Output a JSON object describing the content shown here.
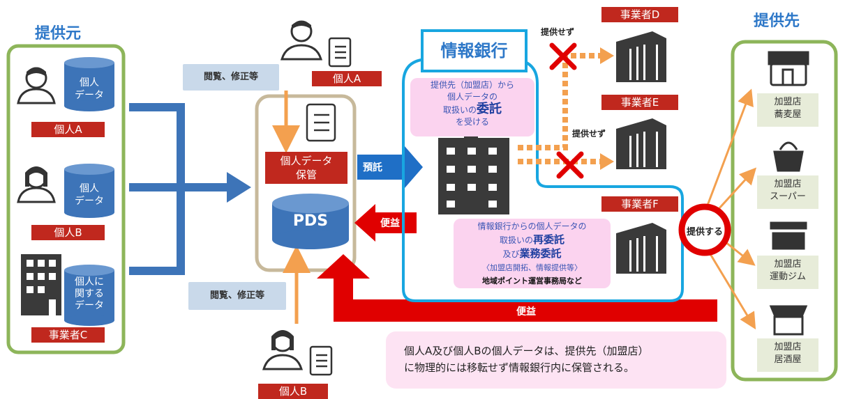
{
  "left": {
    "title": "提供元",
    "persons": [
      {
        "label": "個人A",
        "data": "個人\nデータ"
      },
      {
        "label": "個人B",
        "data": "個人\nデータ"
      }
    ],
    "company": {
      "label": "事業者C",
      "data": "個人に\n関する\nデータ"
    }
  },
  "center": {
    "top_person": "個人A",
    "bottom_person": "個人B",
    "edit_top": "閲覧、修正等",
    "edit_bottom": "閲覧、修正等",
    "storage": "個人データ\n保管",
    "pds": "PDS",
    "deposit": "預託",
    "benefit_small": "便益",
    "benefit_big": "便益"
  },
  "bank": {
    "title": "情報銀行",
    "consign_line1": "提供先（加盟店）から",
    "consign_line2": "個人データの",
    "consign_line3_pre": "取扱いの",
    "consign_line3_bold": "委託",
    "consign_line4": "を受ける",
    "re_line1": "情報銀行からの個人データの",
    "re_line2_pre": "取扱いの",
    "re_line2_bold": "再委託",
    "re_line3_pre": "及び",
    "re_line3_bold": "業務委託",
    "re_line4": "〈加盟店開拓、情報提供等〉",
    "re_line5": "地域ポイント運営事務局など"
  },
  "operators": {
    "d": "事業者D",
    "e": "事業者E",
    "f": "事業者F",
    "no_provide_d": "提供せず",
    "no_provide_e": "提供せず",
    "provide": "提供する"
  },
  "right": {
    "title": "提供先",
    "stores": [
      {
        "line1": "加盟店",
        "line2": "蕎麦屋",
        "icon": "shop-icon"
      },
      {
        "line1": "加盟店",
        "line2": "スーパー",
        "icon": "basket-icon"
      },
      {
        "line1": "加盟店",
        "line2": "運動ジム",
        "icon": "gym-icon"
      },
      {
        "line1": "加盟店",
        "line2": "居酒屋",
        "icon": "awning-store-icon"
      }
    ]
  },
  "note": {
    "line1": "個人A及び個人Bの個人データは、提供先（加盟店）",
    "line2": "に物理的には移転せず情報銀行内に保管される。"
  },
  "colors": {
    "blue": "#3d74b8",
    "red": "#e00000",
    "orange": "#f3a04f",
    "green": "#8db55a",
    "tan": "#c7b99b",
    "cyan": "#18a6e0"
  }
}
